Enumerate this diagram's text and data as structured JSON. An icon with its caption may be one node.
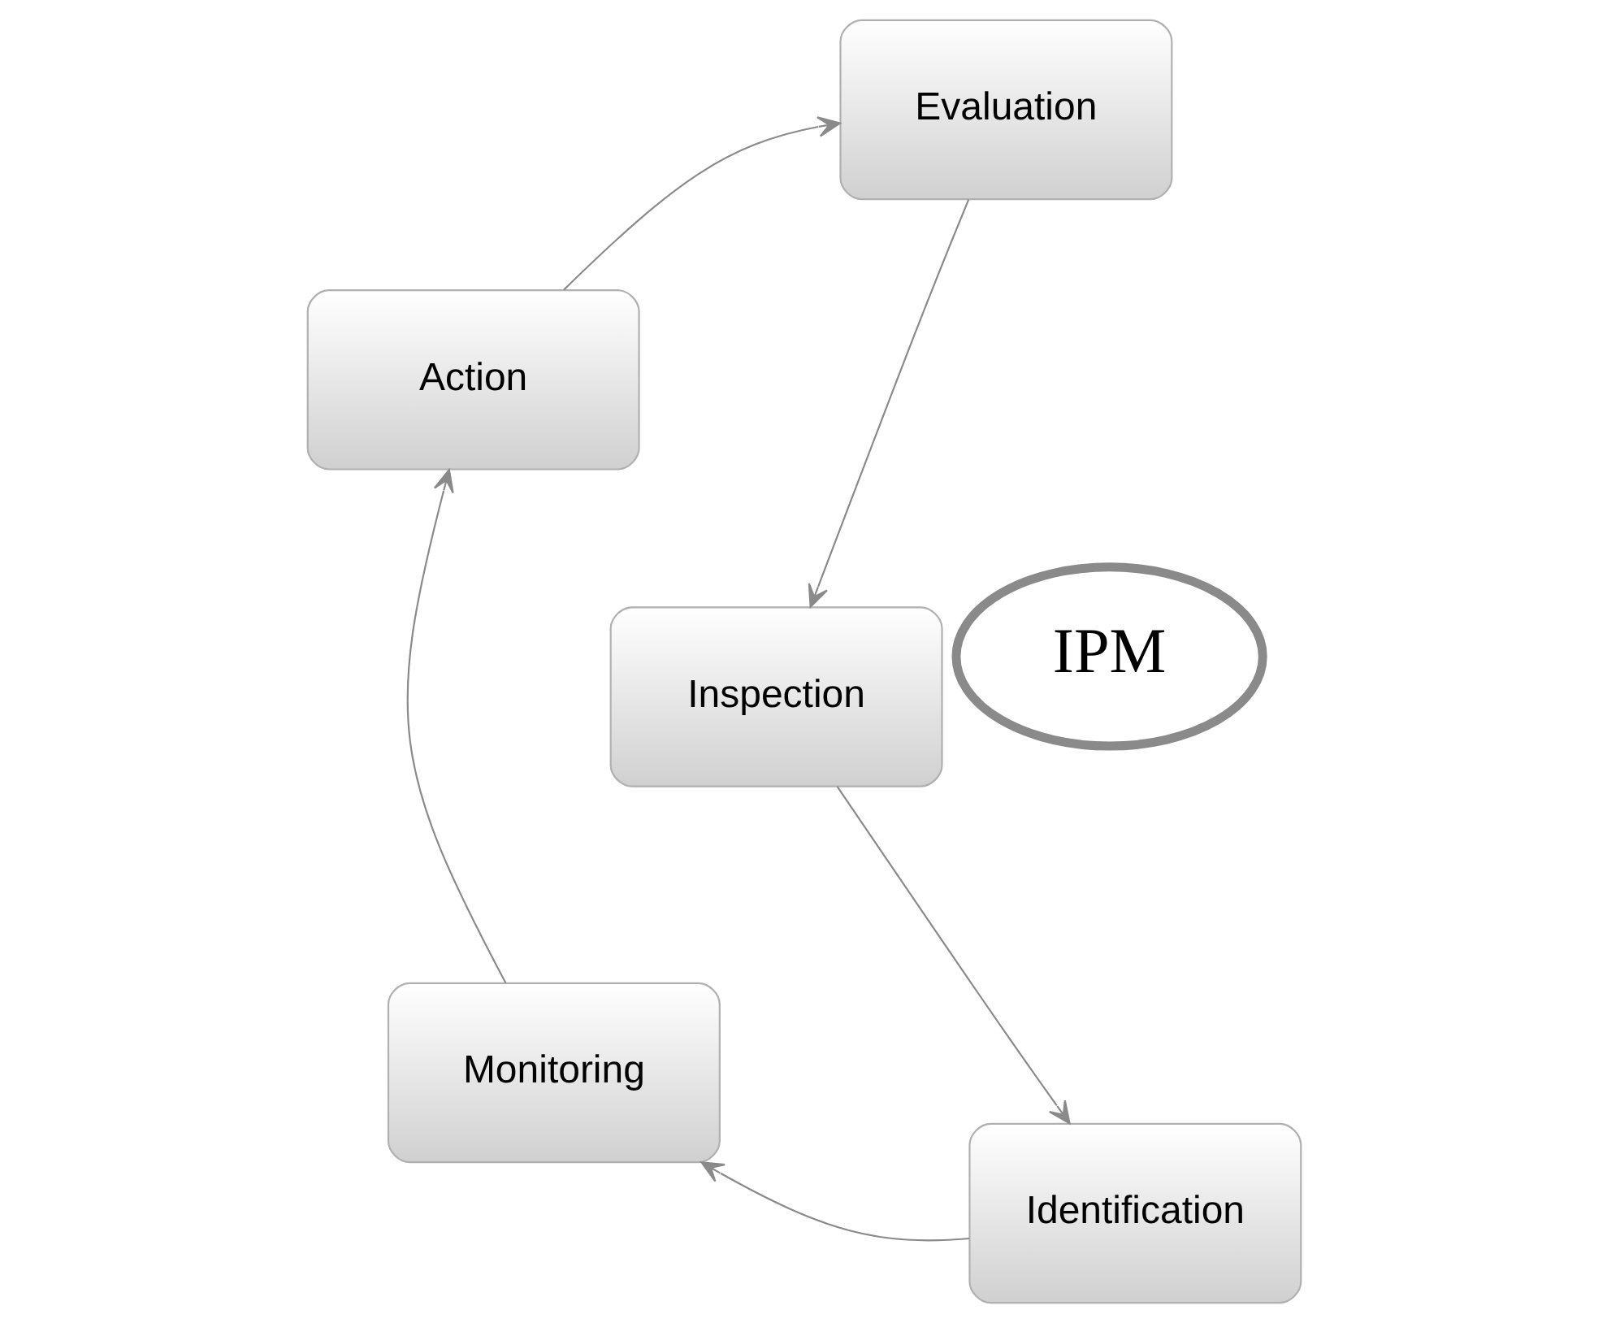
{
  "diagram": {
    "nodes": [
      {
        "text": [
          "Inspection"
        ]
      },
      {
        "text": [
          "Identification"
        ]
      },
      {
        "text": [
          "Monitoring"
        ]
      },
      {
        "text": [
          "Action"
        ]
      },
      {
        "text": [
          "Evaluation"
        ]
      },
      {
        "text": [
          "IPM"
        ]
      }
    ],
    "edges": [
      {
        "from": 0,
        "to": 1,
        "arrow": "to"
      },
      {
        "from": 1,
        "to": 2,
        "arrow": "to"
      },
      {
        "from": 2,
        "to": 3,
        "arrow": "to"
      },
      {
        "from": 3,
        "to": 4,
        "arrow": "to"
      },
      {
        "from": 4,
        "to": 0,
        "arrow": "to"
      }
    ]
  }
}
